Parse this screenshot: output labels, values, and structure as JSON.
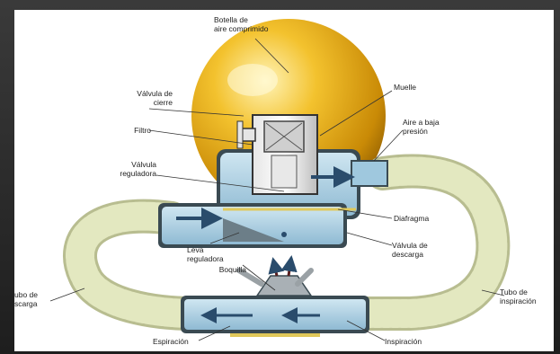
{
  "labels": {
    "bottle": "Botella de\naire comprimido",
    "shutoff_valve": "Válvula de\ncierre",
    "spring": "Muelle",
    "filter": "Filtro",
    "low_pressure_air": "Aire a baja\npresión",
    "regulator_valve": "Válvula\nreguladora",
    "diaphragm": "Diafragma",
    "regulator_cam": "Leva\nreguladora",
    "discharge_valve": "Válvula de\ndescarga",
    "mouthpiece": "Boquilla",
    "exhaust_tube": "ubo de\nscarga",
    "inspiration_tube": "Tubo de\ninspiración",
    "expiration": "Espiración",
    "inspiration": "Inspiración"
  },
  "colors": {
    "bottle": "#f0b51c",
    "tube": "#dde3b8",
    "chamber": "#9fc8de",
    "arrow": "#2a4c6c"
  }
}
